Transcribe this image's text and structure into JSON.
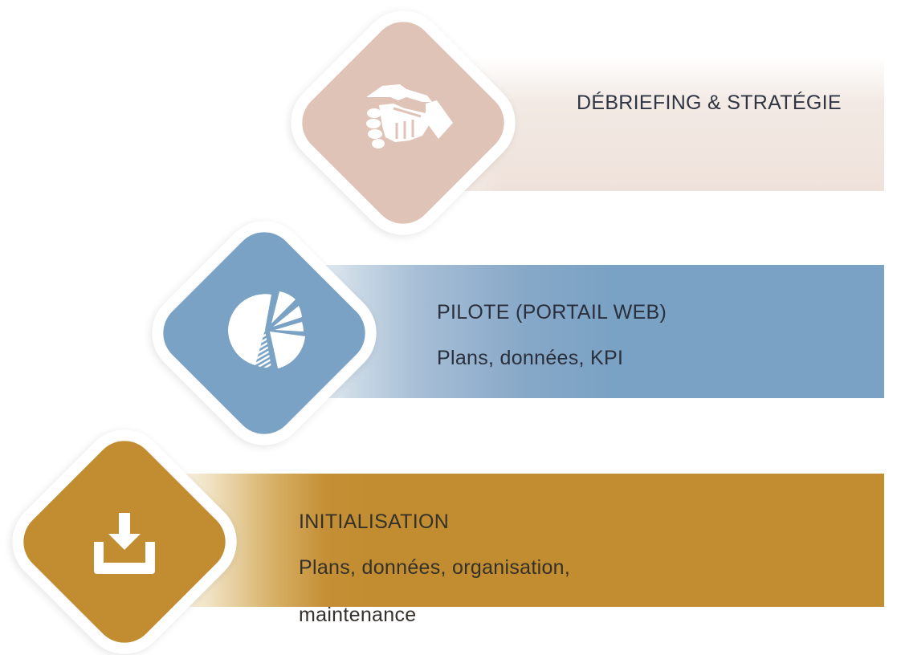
{
  "steps": [
    {
      "title": "DÉBRIEFING & STRATÉGIE",
      "icon": "handshake-icon",
      "color": "#dfc3b6"
    },
    {
      "title": "PILOTE (PORTAIL WEB)",
      "subtitle": "Plans, données, KPI",
      "icon": "pie-chart-icon",
      "color": "#7aa2c4"
    },
    {
      "title": "INITIALISATION",
      "subtitle_line1": "Plans, données, organisation,",
      "subtitle_line2": "maintenance",
      "icon": "download-icon",
      "color": "#c28d31"
    }
  ]
}
